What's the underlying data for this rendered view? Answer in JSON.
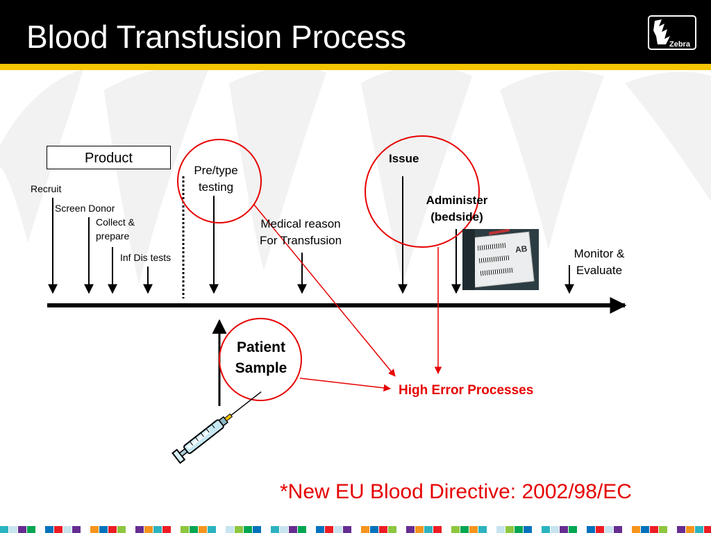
{
  "slide": {
    "title": "Blood Transfusion Process",
    "logo_text": "Zebra",
    "footnote": "*New EU Blood Directive: 2002/98/EC"
  },
  "diagram": {
    "product_label": "Product",
    "steps": {
      "recruit": "Recruit",
      "screen_donor": "Screen Donor",
      "collect_prepare_line1": "Collect &",
      "collect_prepare_line2": "prepare",
      "inf_dis_tests": "Inf Dis tests",
      "pretype_line1": "Pre/type",
      "pretype_line2": "testing",
      "medical_reason_line1": "Medical reason",
      "medical_reason_line2": "For Transfusion",
      "issue": "Issue",
      "administer_line1": "Administer",
      "administer_line2": "(bedside)",
      "monitor_line1": "Monitor &",
      "monitor_line2": "Evaluate"
    },
    "patient_sample_line1": "Patient",
    "patient_sample_line2": "Sample",
    "high_error": "High Error Processes",
    "photo_label_text": "AB"
  },
  "colors": {
    "header_background": "#000000",
    "header_accent": "#f5c400",
    "highlight_red": "#e60000",
    "timeline": "#000000"
  },
  "icons": [
    "zebra-logo-icon",
    "syringe-icon",
    "blood-bag-photo"
  ]
}
